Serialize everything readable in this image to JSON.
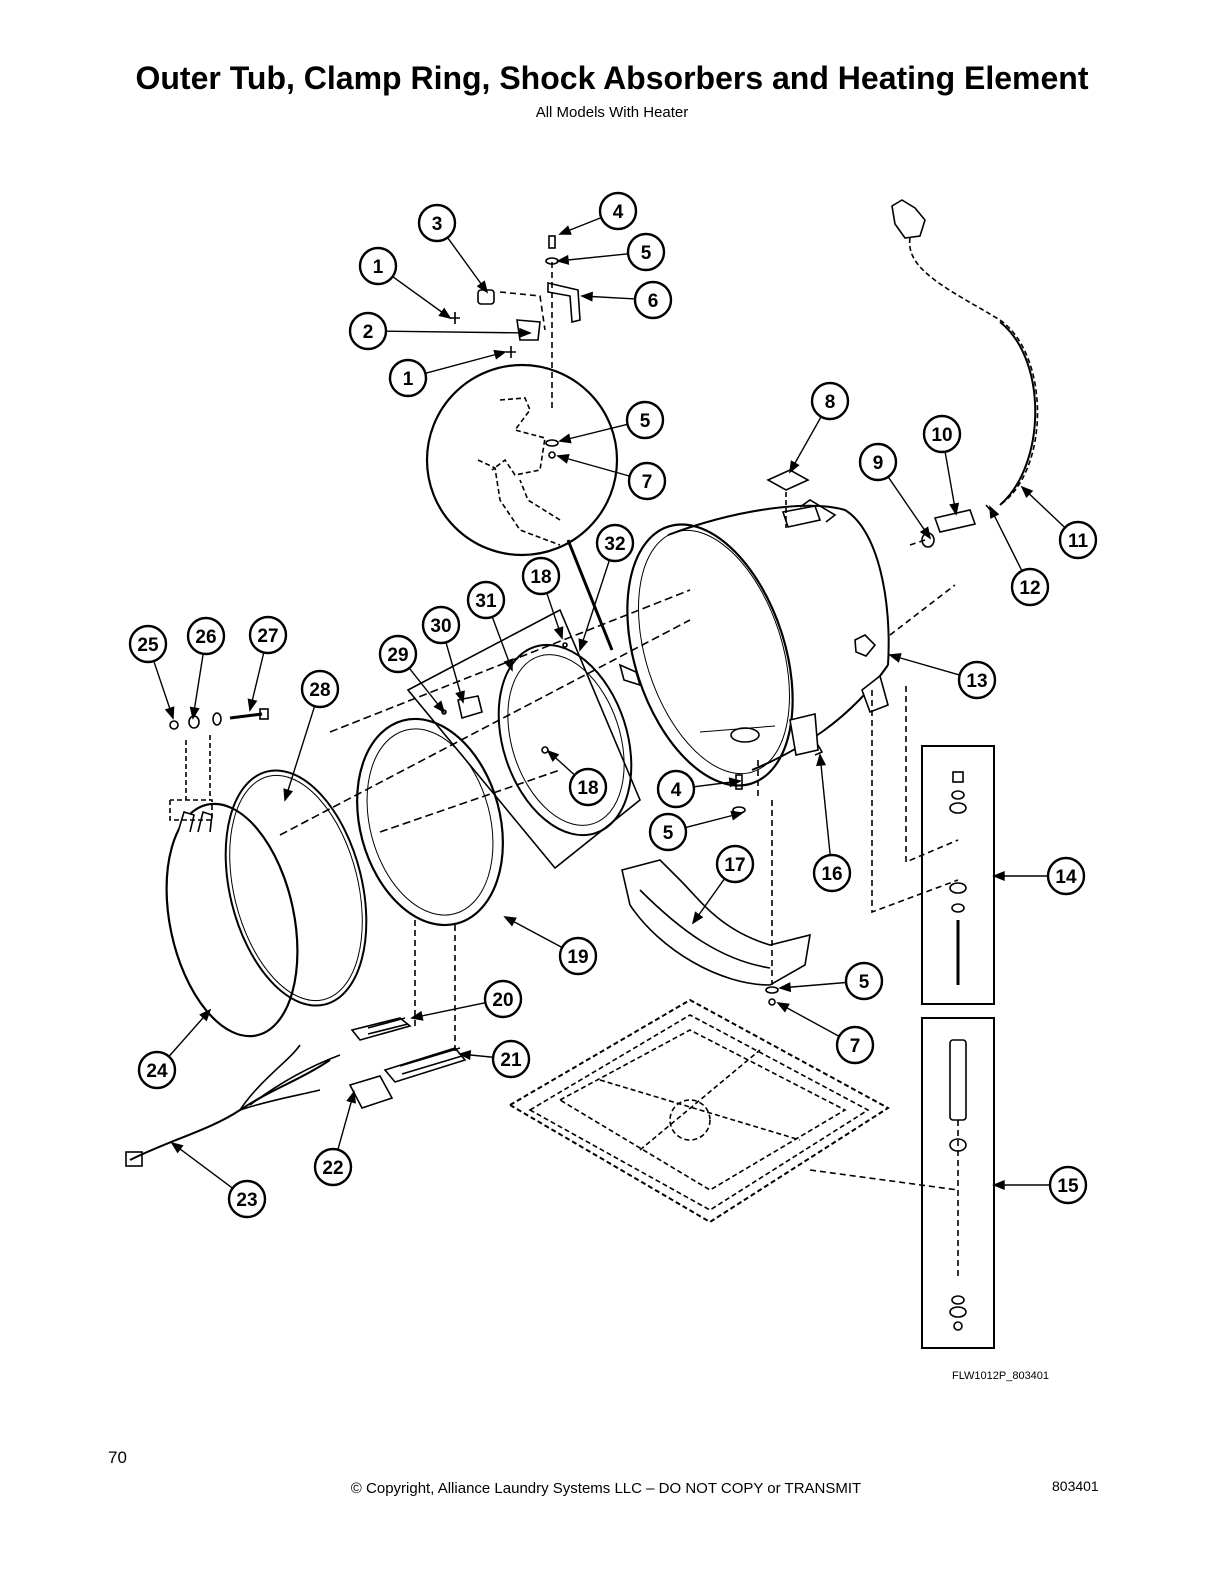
{
  "title": "Outer Tub, Clamp Ring, Shock Absorbers and Heating Element",
  "subtitle": "All Models With Heater",
  "figure_code": "FLW1012P_803401",
  "footer": {
    "page_number": "70",
    "copyright": "© Copyright, Alliance Laundry Systems LLC – DO NOT COPY or TRANSMIT",
    "document_number": "803401"
  },
  "callouts": [
    "1",
    "1",
    "2",
    "3",
    "4",
    "4",
    "5",
    "5",
    "5",
    "5",
    "6",
    "7",
    "7",
    "8",
    "9",
    "10",
    "11",
    "12",
    "13",
    "14",
    "15",
    "16",
    "17",
    "18",
    "18",
    "19",
    "20",
    "21",
    "22",
    "23",
    "24",
    "25",
    "26",
    "27",
    "28",
    "29",
    "30",
    "31",
    "32"
  ]
}
